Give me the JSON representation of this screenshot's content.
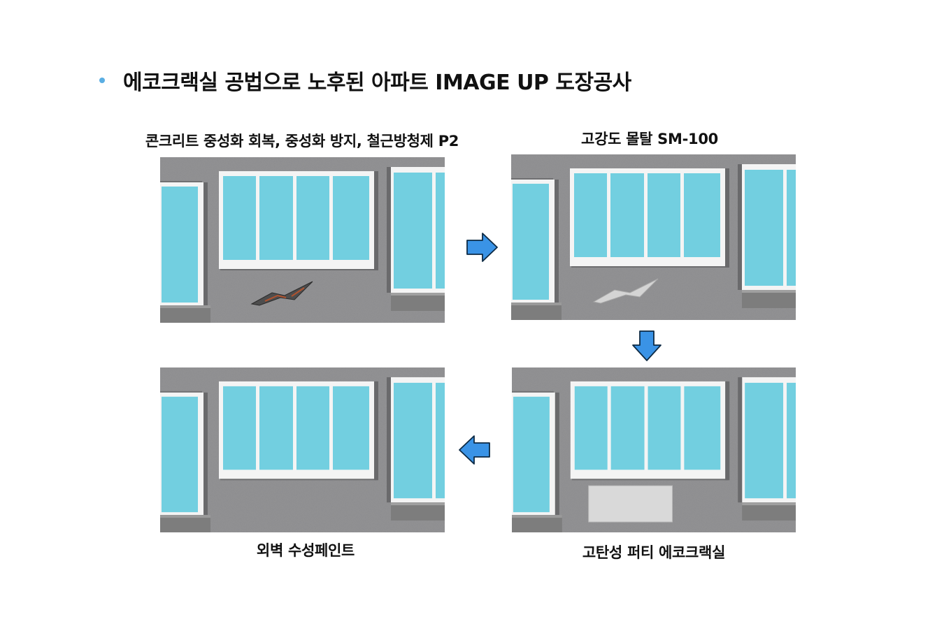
{
  "title": "에코크랙실 공법으로  노후된 아파트 IMAGE UP 도장공사",
  "steps": [
    {
      "caption": "콘크리트 중성화 회복, 중성화 방지, 철근방청제 P2"
    },
    {
      "caption": "고강도 몰탈 SM-100"
    },
    {
      "caption": "고탄성 퍼티 에코크랙실"
    },
    {
      "caption": "외벽 수성페인트"
    }
  ],
  "colors": {
    "bullet": "#5aaee3",
    "arrow_fill": "#3a93e6",
    "arrow_stroke": "#0d2a44",
    "wall": "#8c8c8e",
    "glass": "#72cfe0",
    "frame": "#f4f4f4",
    "ledge": "#7d7d7d",
    "patch": "#d9d9d9"
  },
  "icons": {
    "flow_arrow_1": "arrow-right-icon",
    "flow_arrow_2": "arrow-down-icon",
    "flow_arrow_3": "arrow-left-icon"
  }
}
